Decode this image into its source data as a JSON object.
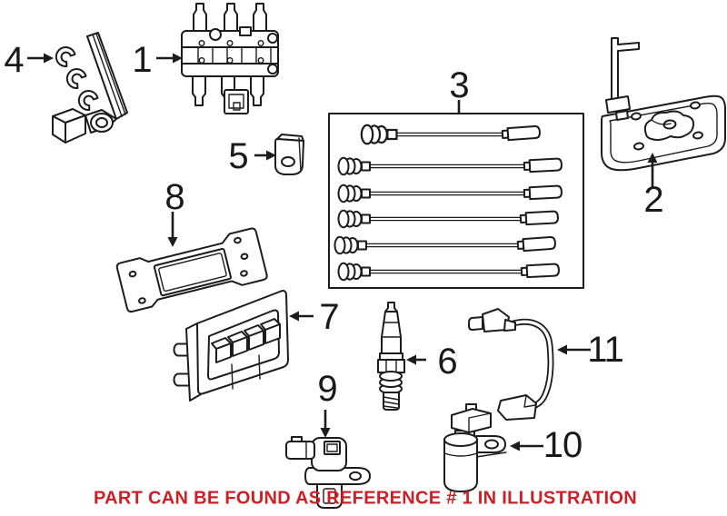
{
  "diagram": {
    "note": {
      "text": "PART CAN BE FOUND AS REFERENCE # 1 IN ILLUSTRATION"
    },
    "colors": {
      "background": "#ffffff",
      "line": "#1c1c1c",
      "label": "#191919",
      "note": "#cb2027"
    },
    "callouts": [
      {
        "id": 1,
        "label": "1"
      },
      {
        "id": 2,
        "label": "2"
      },
      {
        "id": 3,
        "label": "3"
      },
      {
        "id": 4,
        "label": "4"
      },
      {
        "id": 5,
        "label": "5"
      },
      {
        "id": 6,
        "label": "6"
      },
      {
        "id": 7,
        "label": "7"
      },
      {
        "id": 8,
        "label": "8"
      },
      {
        "id": 9,
        "label": "9"
      },
      {
        "id": 10,
        "label": "10"
      },
      {
        "id": 11,
        "label": "11"
      }
    ]
  }
}
